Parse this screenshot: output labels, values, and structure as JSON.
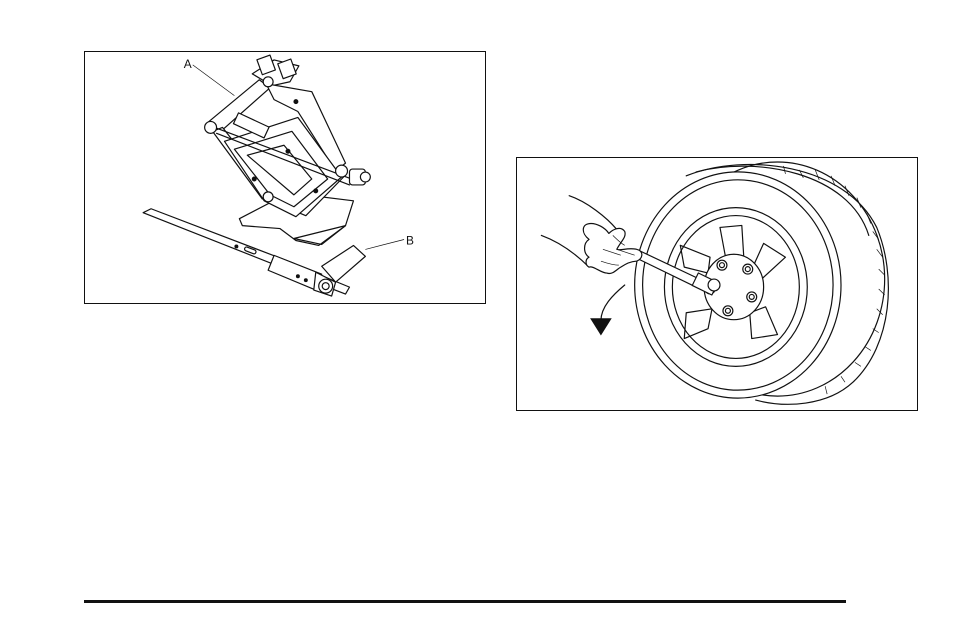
{
  "figures": [
    {
      "id": "jack-and-handle",
      "callouts": [
        {
          "label": "A"
        },
        {
          "label": "B"
        }
      ]
    },
    {
      "id": "loosening-wheel-nuts"
    }
  ],
  "colors": {
    "ink": "#111111",
    "paper": "#ffffff"
  }
}
